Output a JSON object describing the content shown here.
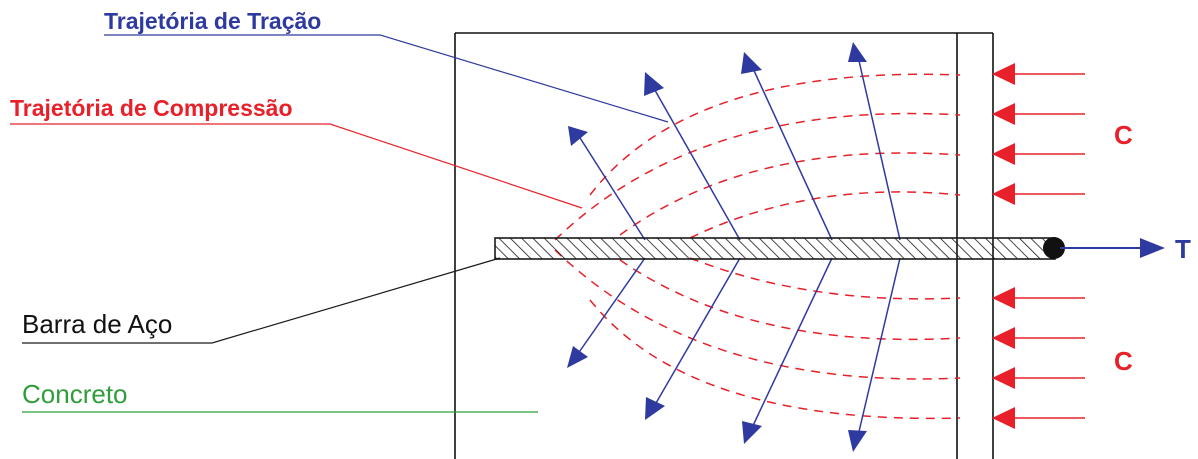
{
  "labels": {
    "tension_trajectory": "Trajetória de Tração",
    "compression_trajectory": "Trajetória de Compressão",
    "steel_bar": "Barra de Aço",
    "concrete": "Concreto",
    "compression_force_top": "C",
    "compression_force_bottom": "C",
    "tension_force": "T"
  },
  "colors": {
    "tension": "#2e3a9f",
    "compression": "#e8202a",
    "bar": "#1a1a1a",
    "concrete": "#2f9e3a",
    "outline": "#111111",
    "text": "#111111"
  }
}
